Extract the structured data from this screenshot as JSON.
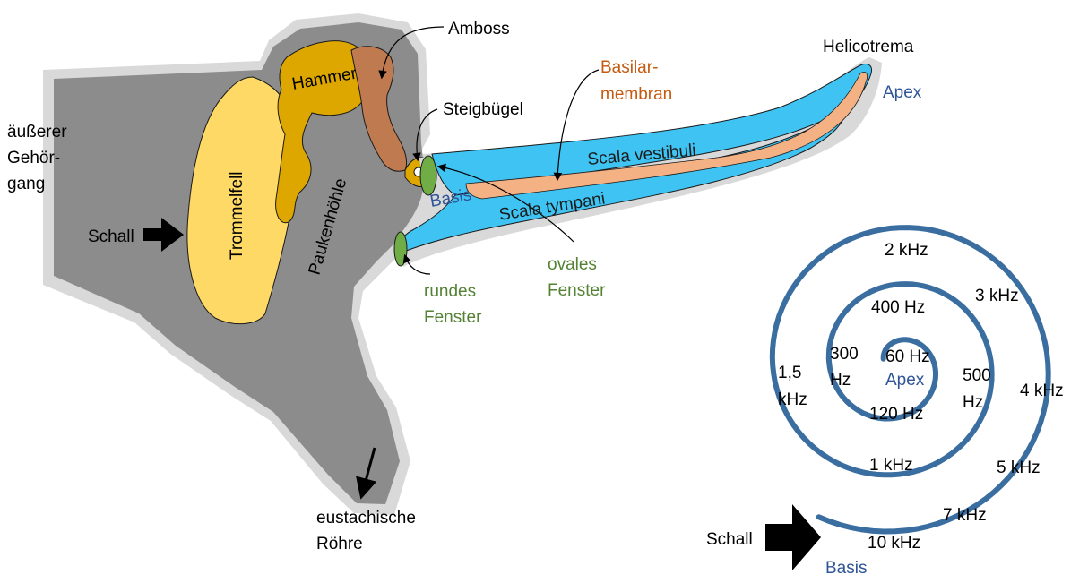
{
  "colors": {
    "cavity": "#8c8c8c",
    "halo": "#d9d9d9",
    "eardrum": "#ffd966",
    "hammer": "#dda700",
    "anvil": "#c07a50",
    "scala": "#3fc3f2",
    "basilar": "#f4b183",
    "window": "#70ad47",
    "spiral": "#3b6ea0",
    "accent_blue": "#2f5597",
    "accent_green": "#548235",
    "accent_orange": "#c55a11"
  },
  "anatomy": {
    "outer_canal_1": "äußerer",
    "outer_canal_2": "Gehör-",
    "outer_canal_3": "gang",
    "sound": "Schall",
    "eardrum": "Trommelfell",
    "hammer": "Hammer",
    "anvil": "Amboss",
    "stirrup": "Steigbügel",
    "tympanic_cavity": "Paukenhöhle",
    "eustachian_1": "eustachische",
    "eustachian_2": "Röhre",
    "helicotrema": "Helicotrema",
    "apex": "Apex",
    "basilar_1": "Basilar-",
    "basilar_2": "membran",
    "scala_vestibuli": "Scala vestibuli",
    "scala_tympani": "Scala tympani",
    "basis": "Basis",
    "round_window_1": "rundes",
    "round_window_2": "Fenster",
    "oval_window_1": "ovales",
    "oval_window_2": "Fenster"
  },
  "cochlea_map": {
    "sound": "Schall",
    "apex": "Apex",
    "basis": "Basis",
    "f_60": "60 Hz",
    "f_120": "120 Hz",
    "f_300a": "300",
    "f_300b": "Hz",
    "f_400": "400 Hz",
    "f_500a": "500",
    "f_500b": "Hz",
    "f_1k": "1 kHz",
    "f_1_5a": "1,5",
    "f_1_5b": "kHz",
    "f_2k": "2 kHz",
    "f_3k": "3 kHz",
    "f_4k": "4 kHz",
    "f_5k": "5 kHz",
    "f_7k": "7 kHz",
    "f_10k": "10 kHz"
  }
}
